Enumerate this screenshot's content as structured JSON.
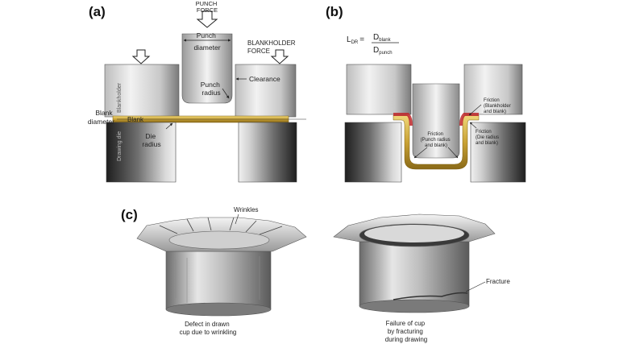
{
  "panels": {
    "a": "(a)",
    "b": "(b)",
    "c": "(c)"
  },
  "panel_a": {
    "punch_force": [
      "PUNCH",
      "FORCE"
    ],
    "punch_diameter": [
      "Punch",
      "diameter"
    ],
    "blankholder_force": [
      "BLANKHOLDER",
      "FORCE"
    ],
    "clearance": "Clearance",
    "punch_radius": [
      "Punch",
      "radius"
    ],
    "blankholder": "Blankholder",
    "blank_diameter": [
      "Blank",
      "diameter"
    ],
    "blank": "Blank",
    "die_radius": [
      "Die",
      "radius"
    ],
    "drawing_die": "Drawing die"
  },
  "panel_b": {
    "formula_lhs": "L",
    "formula_sub": "DR",
    "formula_eq": "=",
    "num": "D",
    "num_sub": "blank",
    "den": "D",
    "den_sub": "punch",
    "friction_blankholder": [
      "Friction",
      "(Blankholder",
      "and blank)"
    ],
    "friction_punch": [
      "Friction",
      "(Punch radius",
      "and blank)"
    ],
    "friction_die": [
      "Friction",
      "(Die radius",
      "and blank)"
    ]
  },
  "panel_c": {
    "wrinkles": "Wrinkles",
    "caption_left": [
      "Defect in drawn",
      "cup due to wrinkling"
    ],
    "fracture": "Fracture",
    "caption_right": [
      "Failure of cup",
      "by fracturing",
      "during drawing"
    ]
  },
  "colors": {
    "steel_light": "#e8e8e8",
    "steel_mid": "#a9a9a9",
    "steel_dark": "#2e2e2e",
    "blank_gold": "#d8b84a",
    "friction_red": "#c0282a"
  }
}
